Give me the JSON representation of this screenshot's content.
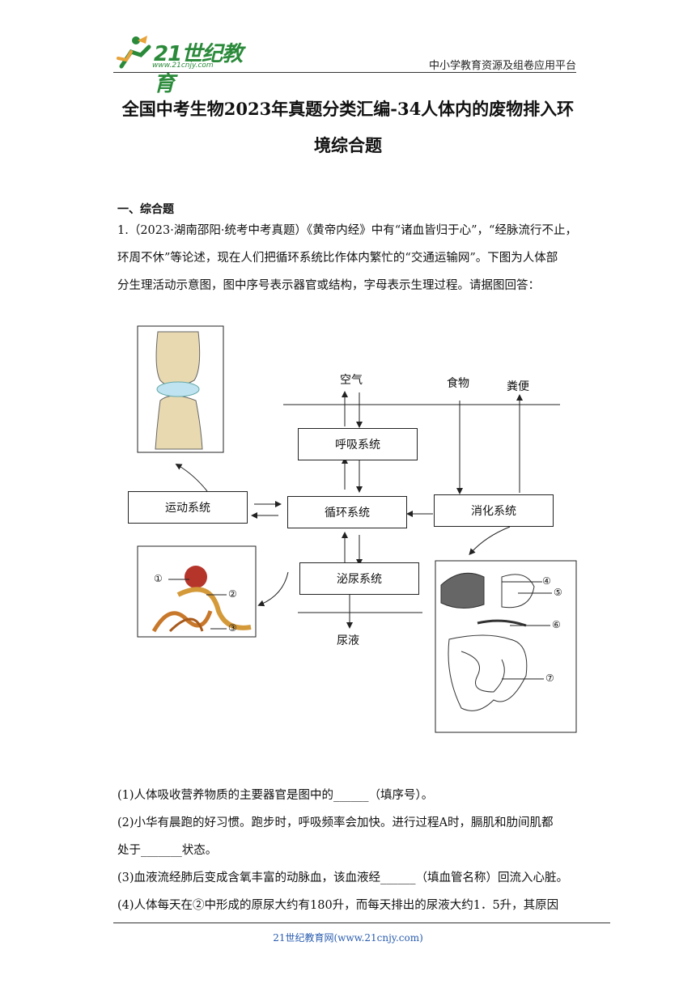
{
  "header": {
    "logo_text": "21世纪教育",
    "logo_url": "www.21cnjy.com",
    "platform": "中小学教育资源及组卷应用平台"
  },
  "title": {
    "line1": "全国中考生物2023年真题分类汇编-34人体内的废物排入环",
    "line2": "境综合题"
  },
  "section": "一、综合题",
  "question": {
    "line1": "1.（2023·湖南邵阳·统考中考真题）《黄帝内经》中有“诸血皆归于心”，“经脉流行不止，",
    "line2": "环周不休”等论述，现在人们把循环系统比作体内繁忙的“交通运输网”。下图为人体部",
    "line3": "分生理活动示意图，图中序号表示器官或结构，字母表示生理过程。请据图回答："
  },
  "diagram": {
    "air": "空气",
    "food": "食物",
    "feces": "粪便",
    "respiratory": "呼吸系统",
    "motor": "运动系统",
    "circulatory": "循环系统",
    "digestive": "消化系统",
    "urinary": "泌尿系统",
    "urine": "尿液",
    "nums": [
      "①",
      "②",
      "③",
      "④",
      "⑤",
      "⑥",
      "⑦"
    ]
  },
  "subquestions": {
    "q1": "(1)人体吸收营养物质的主要器官是图中的______（填序号）。",
    "q2a": "(2)小华有晨跑的好习惯。跑步时，呼吸频率会加快。进行过程A时，膈肌和肋间肌都",
    "q2b": "处于_______状态。",
    "q3": "(3)血液流经肺后变成含氧丰富的动脉血，该血液经______（填血管名称）回流入心脏。",
    "q4": "(4)人体每天在②中形成的原尿大约有180升，而每天排出的尿液大约1．5升，其原因"
  },
  "footer": "21世纪教育网(www.21cnjy.com)"
}
